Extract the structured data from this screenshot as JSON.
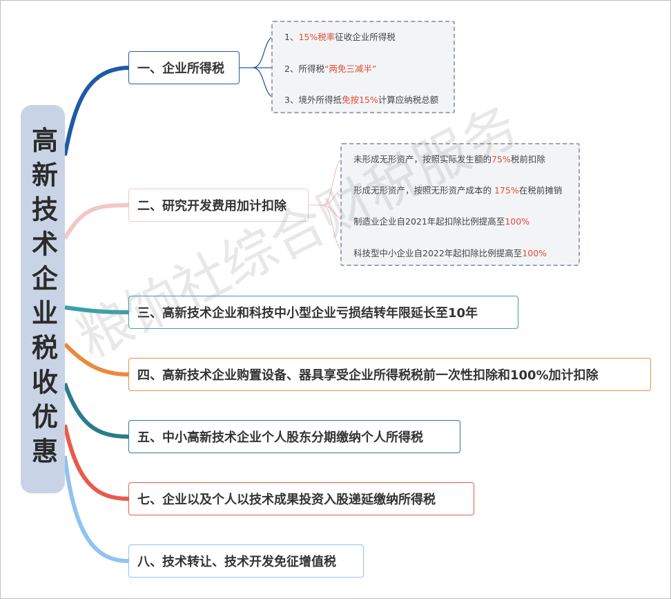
{
  "root": {
    "title": "高新技术企业税收优惠"
  },
  "branches": [
    {
      "label": "一、企业所得税",
      "color": "#1f5aa6"
    },
    {
      "label": "二、研究开发费用加计扣除",
      "color": "#f4c6c6"
    },
    {
      "label": "三、高新技术企业和科技中小型企业亏损结转年限延长至10年",
      "color": "#3aa0a8"
    },
    {
      "label": "四、高新技术企业购置设备、器具享受企业所得税税前一次性扣除和100%加计扣除",
      "color": "#ea8a3c"
    },
    {
      "label": "五、中小高新技术企业个人股东分期缴纳个人所得税",
      "color": "#2a7c8a"
    },
    {
      "label": "七、企业以及个人以技术成果投资入股递延缴纳所得税",
      "color": "#e85b4a"
    },
    {
      "label": "八、技术转让、技术开发免征增值税",
      "color": "#8fc3f0"
    }
  ],
  "sub1": {
    "item1": {
      "a": "1、",
      "b": "15%税率",
      "c": "征收企业所得税"
    },
    "item2": {
      "a": "2、所得税",
      "b": "“两免三减半”"
    },
    "item3": {
      "a": "3、境外所得抵",
      "b": "免按15%",
      "c": "计算应纳税总额"
    }
  },
  "sub2": {
    "item1": {
      "a": "未形成无形资产，按照实际发生额的",
      "b": "75%",
      "c": "税前扣除"
    },
    "item2": {
      "a": "形成无形资产，按照无形资产成本的 ",
      "b": "175%",
      "c": "在税前摊销"
    },
    "item3": {
      "a": "制造业企业自2021年起扣除比例提高至",
      "b": "100%"
    },
    "item4": {
      "a": "科技型中小企业自2022年起扣除比例提高至",
      "b": "100%"
    }
  },
  "watermark": "粮饷社综合财税服务"
}
